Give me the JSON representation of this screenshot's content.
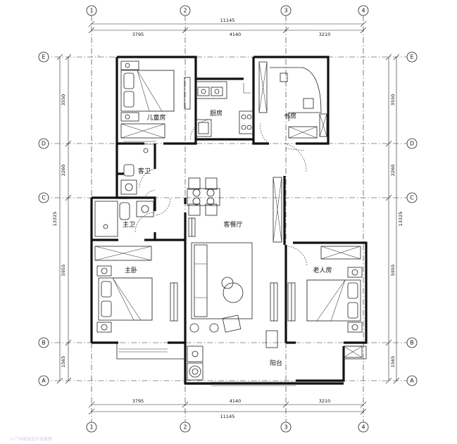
{
  "axes": {
    "vertical": [
      "1",
      "2",
      "3",
      "4"
    ],
    "horizontal": [
      "E",
      "D",
      "C",
      "B",
      "A"
    ]
  },
  "dimensions": {
    "top_total": "11145",
    "top_segments": [
      "3795",
      "4140",
      "3210"
    ],
    "bottom_total": "11145",
    "bottom_segments": [
      "3795",
      "4140",
      "3210"
    ],
    "left_segments": [
      "3550",
      "2260",
      "5955",
      "1565"
    ],
    "left_total": "13325",
    "right_segments": [
      "3550",
      "2260",
      "5955",
      "1565"
    ],
    "right_total": "13325"
  },
  "rooms": {
    "children_room": "儿童房",
    "kitchen": "厨房",
    "study": "书房",
    "guest_bath": "客卫",
    "master_bath": "主卫",
    "living_dining": "客餐厅",
    "master_bedroom": "主卧",
    "elder_room": "老人房",
    "balcony": "阳台"
  },
  "watermark": "©广州家装设计效果图"
}
